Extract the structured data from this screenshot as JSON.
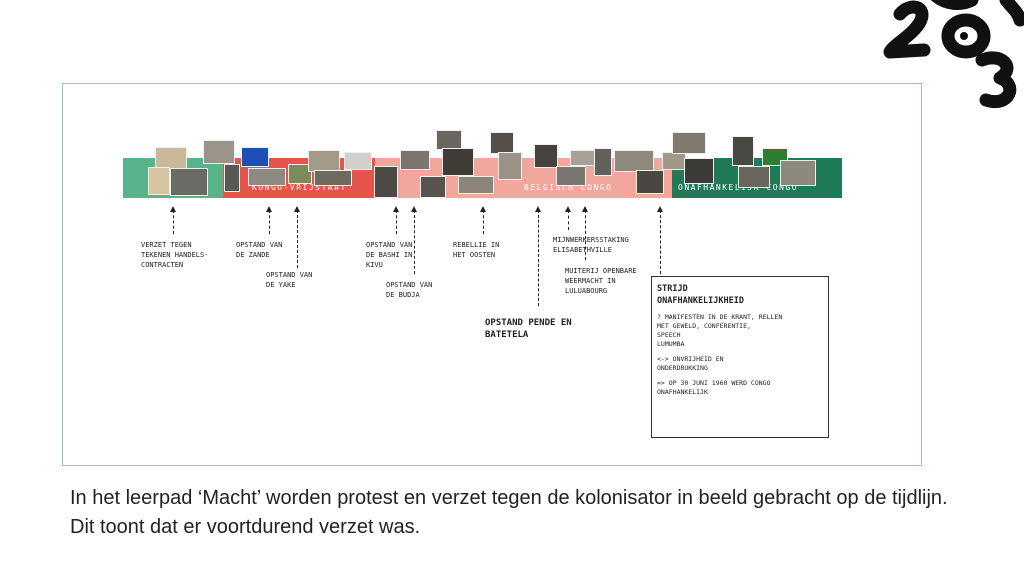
{
  "timeline": {
    "periods": [
      {
        "label": "Kongo-Vrijstaat",
        "color": "#e5534b"
      },
      {
        "label": "Belgisch Congo",
        "color": "#f2a79c"
      },
      {
        "label": "Onafhankelijk Congo",
        "color": "#1f7a58"
      }
    ],
    "start_color": "#57b389"
  },
  "events": [
    {
      "text": "Verzet tegen\ntekenen handels-\ncontracten"
    },
    {
      "text": "Opstand van\nde Zande"
    },
    {
      "text": "Opstand van\nde Yake"
    },
    {
      "text": "Opstand van\nde Bashi in\nKivu"
    },
    {
      "text": "Opstand van\nde Budja"
    },
    {
      "text": "Rebellie in\nhet oosten"
    },
    {
      "text": "Opstand Pende en\nBatetela"
    },
    {
      "text": "Mijnwerkersstaking\nElisabethville"
    },
    {
      "text": "Muiterij openbare\nweermacht in\nLuluabourg"
    }
  ],
  "infobox": {
    "title": "Strijd\nonafhankelijkheid",
    "line1": "? manifesten in de krant, rellen\nmet geweld, conferentie,\nspeech\nLumumba",
    "line2": "<-> onvrijheid en\nonderdrukking",
    "line3": "=> op 30 juni 1960 werd Congo\nonafhankelijk"
  },
  "caption": "In het leerpad ‘Macht’ worden protest en verzet tegen de kolonisator in beeld gebracht op de tijdlijn. Dit toont dat er voortdurend verzet was."
}
